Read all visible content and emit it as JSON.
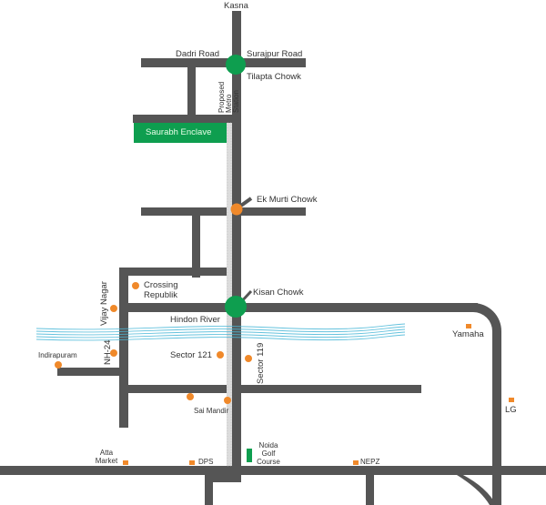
{
  "colors": {
    "road": "#555555",
    "green": "#0e9e4f",
    "orange": "#f0892a",
    "river": "#4ab8d8",
    "metro": "#d8d8d8"
  },
  "labels": {
    "kasna": "Kasna",
    "dadri_road": "Dadri Road",
    "surajpur_road": "Surajpur Road",
    "tilapta_chowk": "Tilapta Chowk",
    "metro_station": "Proposed Metro Station",
    "saurabh_enclave": "Saurabh Enclave",
    "ek_murti_chowk": "Ek Murti Chowk",
    "crossing_republik": "Crossing Republik",
    "vijay_nagar": "Vijay Nagar",
    "kisan_chowk": "Kisan Chowk",
    "hindon_river": "Hindon River",
    "yamaha": "Yamaha",
    "indirapuram": "Indirapuram",
    "nh24": "NH-24",
    "sector_121": "Sector 121",
    "sector_119": "Sector 119",
    "sai_mandir": "Sai Mandir",
    "lg": "LG",
    "atta_market": "Atta Market",
    "dps": "DPS",
    "noida_golf_course": "Noida Golf Course",
    "nepz": "NEPZ"
  }
}
